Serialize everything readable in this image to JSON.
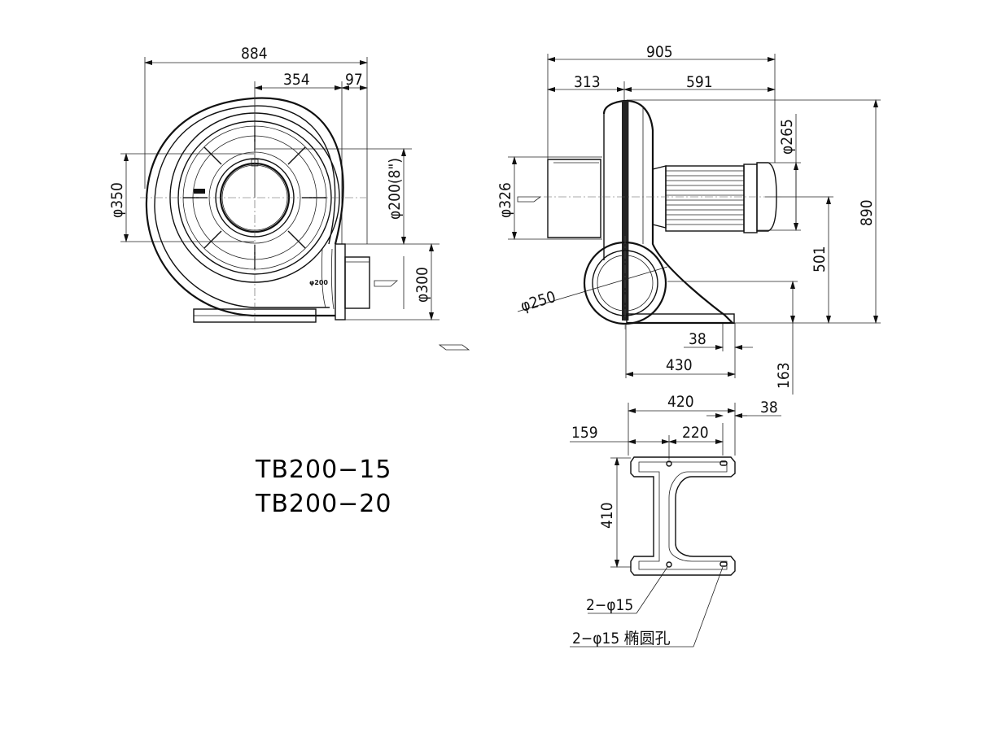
{
  "front_view": {
    "dims": {
      "overall_width": "884",
      "inlet_offset": "354",
      "outlet_offset": "97",
      "d350": "φ350",
      "d200": "φ200(8\")",
      "d300": "φ300",
      "tag": "φ200"
    }
  },
  "side_view": {
    "dims": {
      "overall_length": "905",
      "inlet_length": "313",
      "motor_length": "591",
      "d265": "φ265",
      "d326": "φ326",
      "height": "890",
      "center_height": "501",
      "outlet_dia": "φ250",
      "base_offset": "38",
      "base_length": "430",
      "outlet_height": "163"
    }
  },
  "base_view": {
    "dims": {
      "length": "420",
      "offset": "38",
      "left_offset": "159",
      "hole_spacing": "220",
      "width": "410",
      "round_holes": "2−φ15",
      "oval_holes": "2−φ15 椭圆孔"
    }
  },
  "models": [
    "TB200−15",
    "TB200−20"
  ]
}
